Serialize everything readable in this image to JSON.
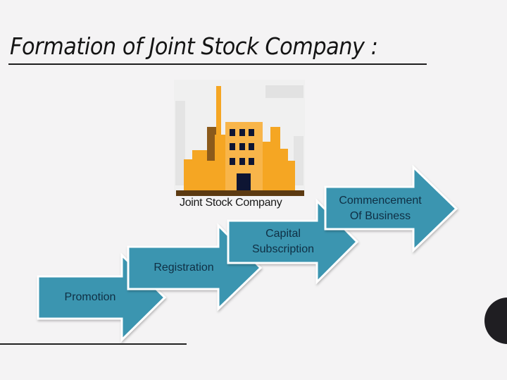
{
  "slide": {
    "title": "Formation of Joint Stock Company :",
    "logo": {
      "icon": "factory-building-icon",
      "caption": "Joint Stock Company",
      "colors": {
        "orange": "#F5A623",
        "light_orange": "#F8B54A",
        "brown": "#5C3A12",
        "dark_brown": "#8B5A1B",
        "window": "#0E1533"
      }
    },
    "steps": [
      {
        "line1": "Promotion",
        "line2": ""
      },
      {
        "line1": "Registration",
        "line2": ""
      },
      {
        "line1": "Capital",
        "line2": "Subscription"
      },
      {
        "line1": "Commencement",
        "line2": "Of Business"
      }
    ],
    "colors": {
      "arrow_fill": "#3A95B0",
      "arrow_stroke": "#ffffff",
      "text": "#0f2f44",
      "background": "#f4f3f4"
    }
  }
}
